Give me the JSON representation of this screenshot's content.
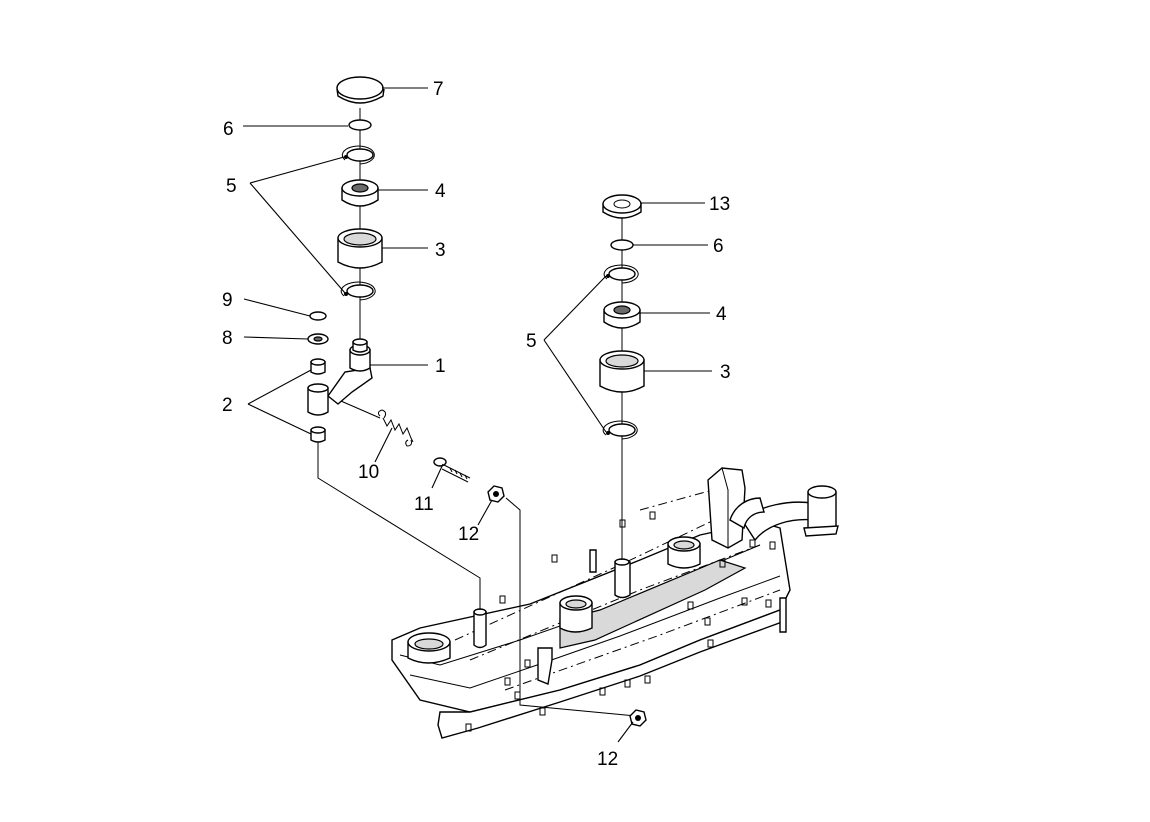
{
  "callouts": {
    "c1": "1",
    "c2": "2",
    "c3a": "3",
    "c3b": "3",
    "c4a": "4",
    "c4b": "4",
    "c5a": "5",
    "c5b": "5",
    "c6a": "6",
    "c6b": "6",
    "c7": "7",
    "c8": "8",
    "c9": "9",
    "c10": "10",
    "c11": "11",
    "c12a": "12",
    "c12b": "12",
    "c13": "13"
  }
}
